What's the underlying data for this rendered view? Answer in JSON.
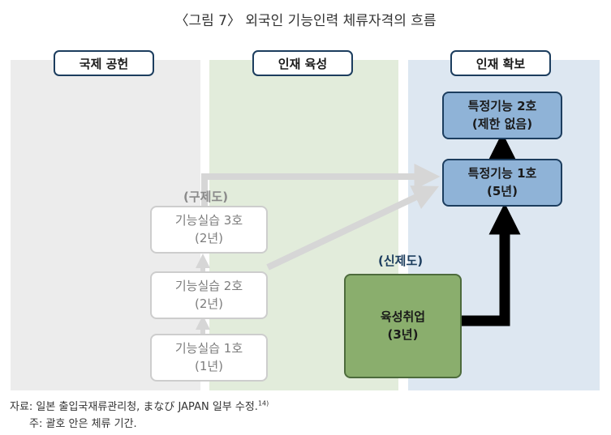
{
  "title": "〈그림 7〉 외국인 기능인력 체류자격의 흐름",
  "columns": [
    {
      "label": "국제 공헌"
    },
    {
      "label": "인재 육성"
    },
    {
      "label": "인재 확보"
    }
  ],
  "old_system": {
    "tag": "(구제도)",
    "boxes": [
      {
        "name": "기능실습 3호",
        "period": "(2년)"
      },
      {
        "name": "기능실습 2호",
        "period": "(2년)"
      },
      {
        "name": "기능실습 1호",
        "period": "(1년)"
      }
    ]
  },
  "new_system": {
    "tag": "(신제도)",
    "box": {
      "name": "육성취업",
      "period": "(3년)"
    }
  },
  "skilled": [
    {
      "name": "특정기능 2호",
      "period": "(제한 없음)"
    },
    {
      "name": "특정기능 1호",
      "period": "(5년)"
    }
  ],
  "footnote": {
    "source": "자료: 일본 출입국재류관리청, まなび JAPAN 일부 수정.",
    "source_ref": "14)",
    "note": "주: 괄호 안은 체류 기간."
  },
  "colors": {
    "navy": "#1c3d5e",
    "skill_fill": "#8fb3d7",
    "new_fill": "#8aae6d",
    "old_border": "#cdcdcd",
    "col_gray": "#ececec",
    "col_green": "#e2ecdb",
    "col_blue": "#dde7f1"
  }
}
